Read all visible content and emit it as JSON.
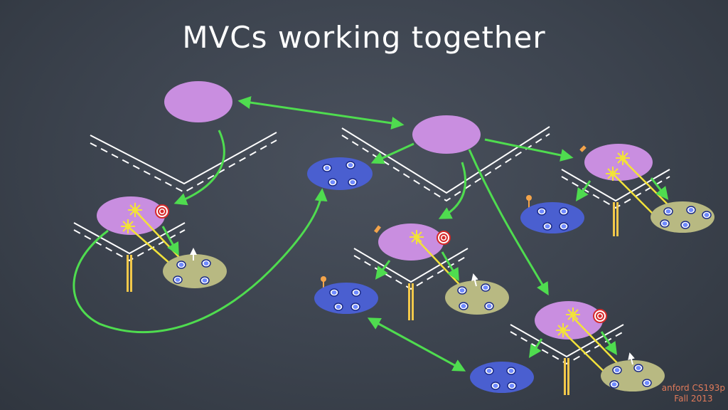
{
  "slide": {
    "title": "MVCs working together",
    "credit_line1": "anford CS193p",
    "credit_line2": "Fall 2013"
  },
  "colors": {
    "background": "#3d4450",
    "controller": "#c98ee0",
    "view": "#4a5fd0",
    "model": "#b8b982",
    "arrow": "#4fdc4f",
    "action": "#f2e23a",
    "target": "#d62a2a",
    "line": "#ffffff"
  },
  "icons": [
    "target-icon",
    "action-star-icon",
    "antenna-icon",
    "arrowhead-icon"
  ]
}
